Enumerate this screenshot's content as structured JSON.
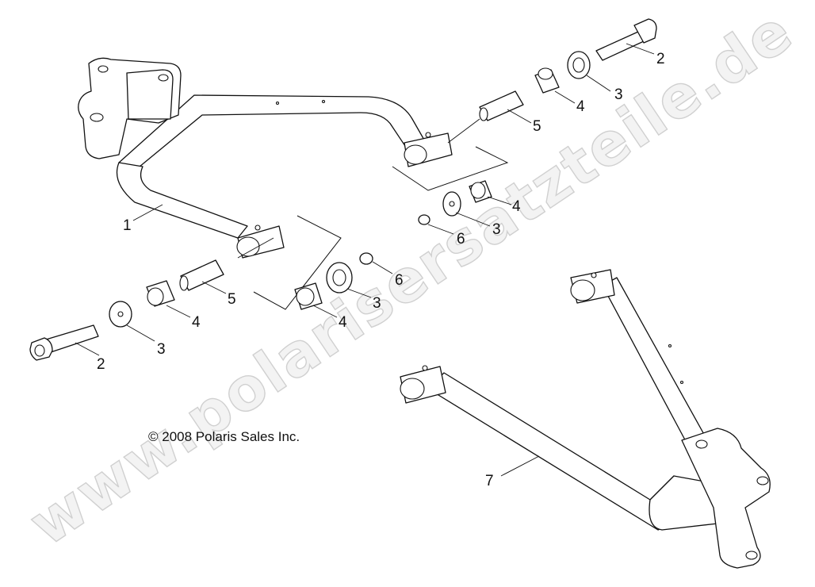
{
  "watermark": "www.polarisersatzteile.de",
  "copyright": "© 2008 Polaris Sales Inc.",
  "callouts": {
    "arm_upper": "1",
    "bolt_right": "2",
    "washer_right": "3",
    "bushing_right": "4",
    "sleeve_right": "5",
    "bushing_mid": "4",
    "washer_mid": "3",
    "nut_mid": "6",
    "nut_center": "6",
    "washer_center": "3",
    "bushing_center": "4",
    "sleeve_left": "5",
    "bushing_left": "4",
    "washer_left": "3",
    "bolt_left": "2",
    "arm_lower": "7"
  }
}
